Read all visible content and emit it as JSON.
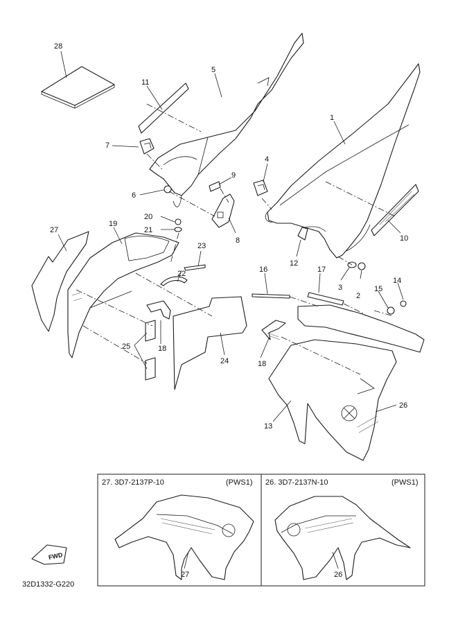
{
  "drawing_code": "32D1332-G220",
  "fwd_label": "FWD",
  "callouts": {
    "c1": "1",
    "c2": "2",
    "c3": "3",
    "c4": "4",
    "c5": "5",
    "c6": "6",
    "c7": "7",
    "c8": "8",
    "c9": "9",
    "c10": "10",
    "c11": "11",
    "c12": "12",
    "c13": "13",
    "c14": "14",
    "c15": "15",
    "c16": "16",
    "c17": "17",
    "c18a": "18",
    "c18b": "18",
    "c19": "19",
    "c20": "20",
    "c21": "21",
    "c22": "22",
    "c23": "23",
    "c24": "24",
    "c25": "25",
    "c26": "26",
    "c27": "27",
    "c28": "28"
  },
  "variants": [
    {
      "title": "27. 3D7-2137P-10",
      "tag": "(PWS1)",
      "callout": "27"
    },
    {
      "title": "26. 3D7-2137N-10",
      "tag": "(PWS1)",
      "callout": "26"
    }
  ]
}
